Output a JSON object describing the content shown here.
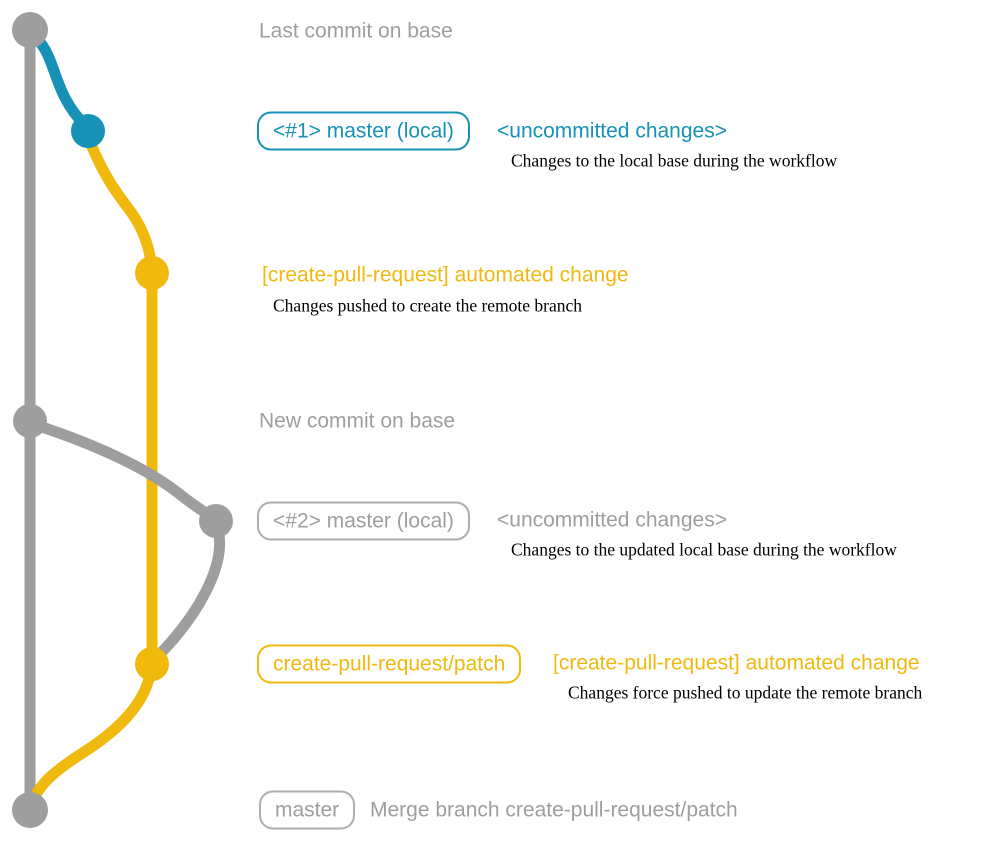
{
  "colors": {
    "teal": "#1791B5",
    "yellow": "#EFB90E",
    "gray": "#9E9E9E",
    "gray_border": "#ADADAD",
    "note_ink": "#000000"
  },
  "diagram": {
    "type": "git-branch-graph",
    "branches": [
      {
        "name": "base",
        "color": "#9E9E9E",
        "orientation": "vertical-left"
      },
      {
        "name": "local-uncommitted-1",
        "color": "#1791B5"
      },
      {
        "name": "create-pull-request-patch",
        "color": "#EFB90E"
      },
      {
        "name": "local-uncommitted-2",
        "color": "#9E9E9E"
      }
    ],
    "commits": [
      {
        "name": "last-commit-on-base",
        "color": "#9E9E9E"
      },
      {
        "name": "uncommitted-changes-1",
        "color": "#1791B5"
      },
      {
        "name": "automated-change-push",
        "color": "#EFB90E"
      },
      {
        "name": "new-commit-on-base",
        "color": "#9E9E9E"
      },
      {
        "name": "uncommitted-changes-2",
        "color": "#9E9E9E"
      },
      {
        "name": "automated-change-force-push",
        "color": "#EFB90E"
      },
      {
        "name": "merge-commit",
        "color": "#9E9E9E"
      }
    ]
  },
  "rows": {
    "row1": {
      "label": "Last commit on base"
    },
    "row2": {
      "badge": "<#1> master (local)",
      "message": "<uncommitted changes>",
      "note": "Changes to the local base during the workflow"
    },
    "row3": {
      "message": "[create-pull-request] automated change",
      "note": "Changes pushed to create the remote branch"
    },
    "row4": {
      "label": "New commit on base"
    },
    "row5": {
      "badge": "<#2> master (local)",
      "message": "<uncommitted changes>",
      "note": "Changes to the updated local base during the workflow"
    },
    "row6": {
      "badge": "create-pull-request/patch",
      "message": "[create-pull-request] automated change",
      "note": "Changes force pushed to update the remote branch"
    },
    "row7": {
      "badge": "master",
      "message": "Merge branch create-pull-request/patch"
    }
  }
}
